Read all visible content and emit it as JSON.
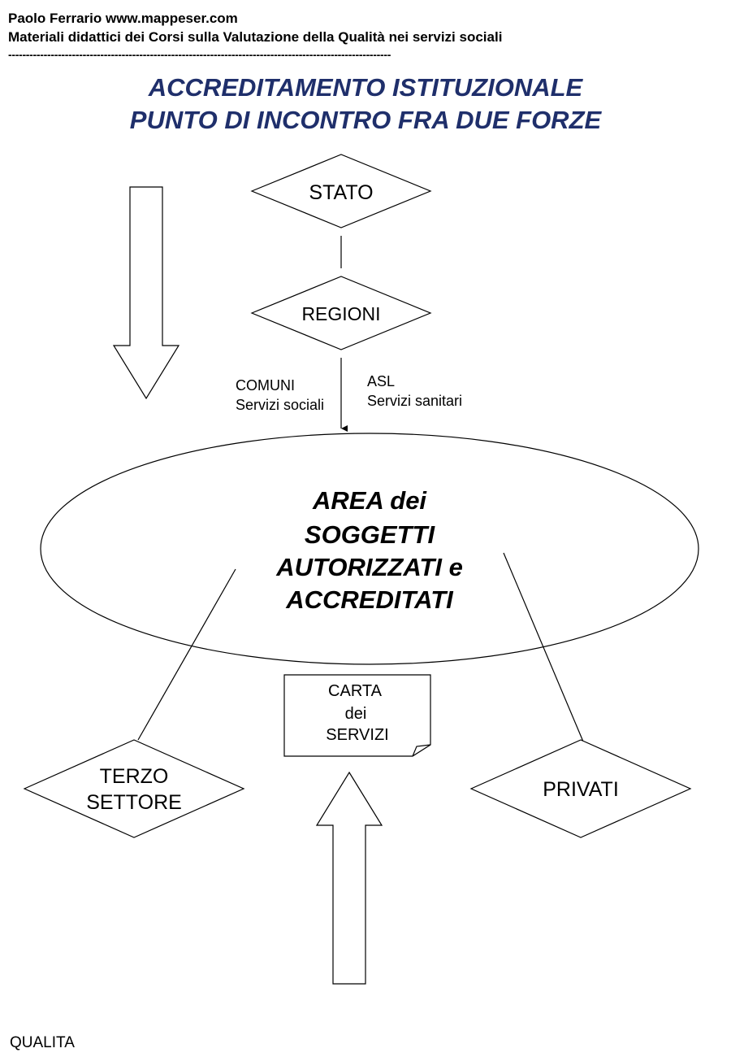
{
  "header": {
    "line1": "Paolo Ferrario www.mappeser.com",
    "line2": "Materiali didattici dei Corsi sulla Valutazione della Qualità nei servizi sociali",
    "line3": "------------------------------------------------------------------------------------------------------------"
  },
  "title": {
    "line1": "ACCREDITAMENTO ISTITUZIONALE",
    "line2": "PUNTO DI INCONTRO FRA DUE FORZE"
  },
  "nodes": {
    "stato": "STATO",
    "regioni": "REGIONI",
    "comuni": "COMUNI",
    "comuni_sub": "Servizi sociali",
    "asl": "ASL",
    "asl_sub": "Servizi sanitari",
    "area_line1": "AREA dei",
    "area_line2": "SOGGETTI",
    "area_line3": "AUTORIZZATI e",
    "area_line4": "ACCREDITATI",
    "carta_line1": "CARTA",
    "carta_line2": "dei",
    "carta_line3": "SERVIZI",
    "terzo_line1": "TERZO",
    "terzo_line2": "SETTORE",
    "privati": "PRIVATI"
  },
  "footer": {
    "label": "QUALITA"
  }
}
